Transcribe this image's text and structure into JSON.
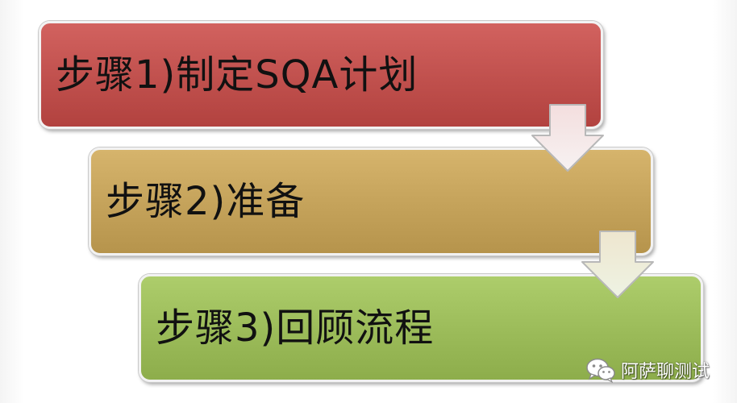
{
  "steps": [
    {
      "label": "步骤1)制定SQA计划",
      "color": "#c0504d"
    },
    {
      "label": "步骤2)准备",
      "color": "#c4a25a"
    },
    {
      "label": "步骤3)回顾流程",
      "color": "#9bbb59"
    }
  ],
  "arrows": [
    {
      "icon": "down-arrow-icon"
    },
    {
      "icon": "down-arrow-icon"
    }
  ],
  "watermark": {
    "icon": "wechat-icon",
    "text": "阿萨聊测试"
  }
}
